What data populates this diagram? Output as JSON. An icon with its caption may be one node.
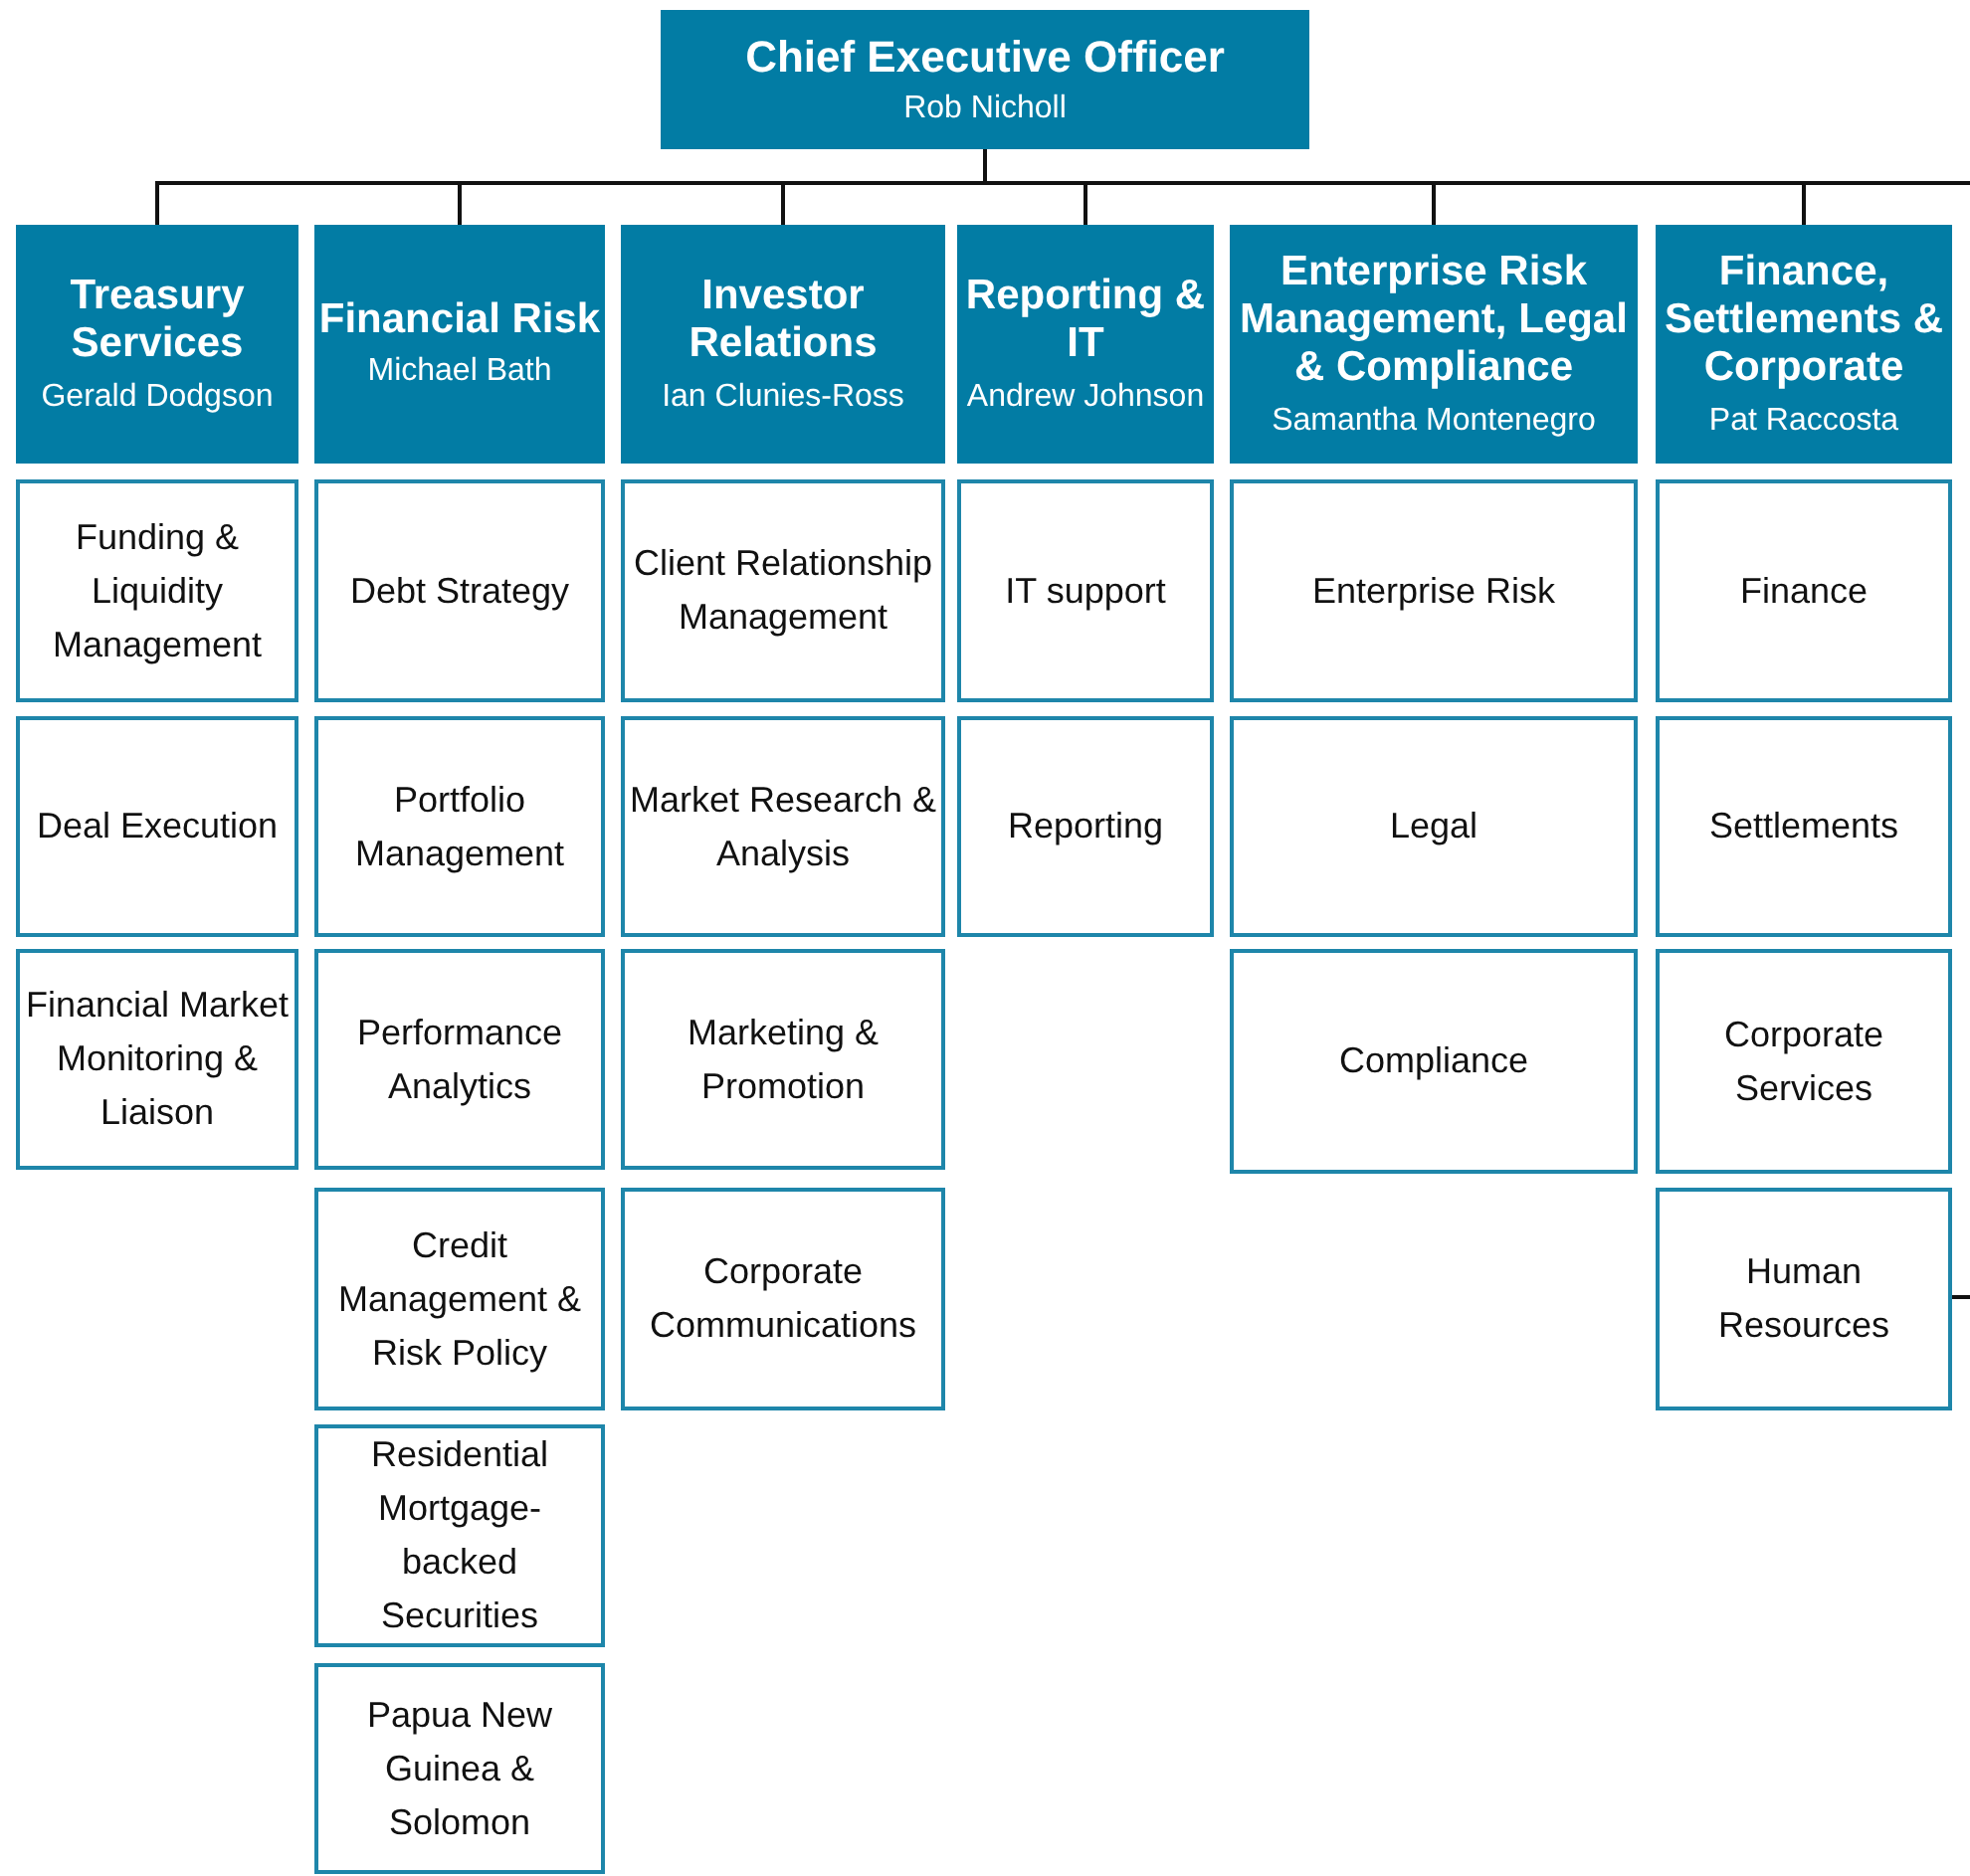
{
  "diagram": {
    "nodes": [
      {
        "text": [
          "Chief Executive Officer",
          "Rob Nicholl"
        ]
      },
      {
        "text": [
          "Treasury Services",
          "Gerald Dodgson"
        ]
      },
      {
        "text": [
          "Financial Risk",
          "Michael Bath"
        ]
      },
      {
        "text": [
          "Investor Relations",
          "Ian Clunies-Ross"
        ]
      },
      {
        "text": [
          "Reporting & IT",
          "Andrew Johnson"
        ]
      },
      {
        "text": [
          "Enterprise Risk Management, Legal & Compliance",
          "Samantha Montenegro"
        ]
      },
      {
        "text": [
          "Finance, Settlements & Corporate",
          "Pat Raccosta"
        ]
      },
      {
        "text": [
          "Funding & Liquidity Management"
        ]
      },
      {
        "text": [
          "Deal Execution"
        ]
      },
      {
        "text": [
          "Financial Market Monitoring & Liaison"
        ]
      },
      {
        "text": [
          "Debt Strategy"
        ]
      },
      {
        "text": [
          "Portfolio Management"
        ]
      },
      {
        "text": [
          "Performance Analytics"
        ]
      },
      {
        "text": [
          "Credit Management & Risk Policy"
        ]
      },
      {
        "text": [
          "Residential Mortgage-backed Securities"
        ]
      },
      {
        "text": [
          "Papua New Guinea & Solomon"
        ]
      },
      {
        "text": [
          "Client Relationship Management"
        ]
      },
      {
        "text": [
          "Market Research & Analysis"
        ]
      },
      {
        "text": [
          "Marketing & Promotion"
        ]
      },
      {
        "text": [
          "Corporate Communications"
        ]
      },
      {
        "text": [
          "IT support"
        ]
      },
      {
        "text": [
          "Reporting"
        ]
      },
      {
        "text": [
          "Enterprise Risk"
        ]
      },
      {
        "text": [
          "Legal"
        ]
      },
      {
        "text": [
          "Compliance"
        ]
      },
      {
        "text": [
          "Finance"
        ]
      },
      {
        "text": [
          "Settlements"
        ]
      },
      {
        "text": [
          "Corporate Services"
        ]
      },
      {
        "text": [
          "Human Resources"
        ]
      }
    ],
    "edges": [
      {
        "from": 0,
        "to": 1,
        "arrow": "none"
      },
      {
        "from": 0,
        "to": 2,
        "arrow": "none"
      },
      {
        "from": 0,
        "to": 3,
        "arrow": "none"
      },
      {
        "from": 0,
        "to": 4,
        "arrow": "none"
      },
      {
        "from": 0,
        "to": 5,
        "arrow": "none"
      },
      {
        "from": 0,
        "to": 6,
        "arrow": "none"
      },
      {
        "from": 0,
        "to": null,
        "arrow": "none"
      },
      {
        "from": 28,
        "to": null,
        "arrow": "none"
      }
    ]
  }
}
